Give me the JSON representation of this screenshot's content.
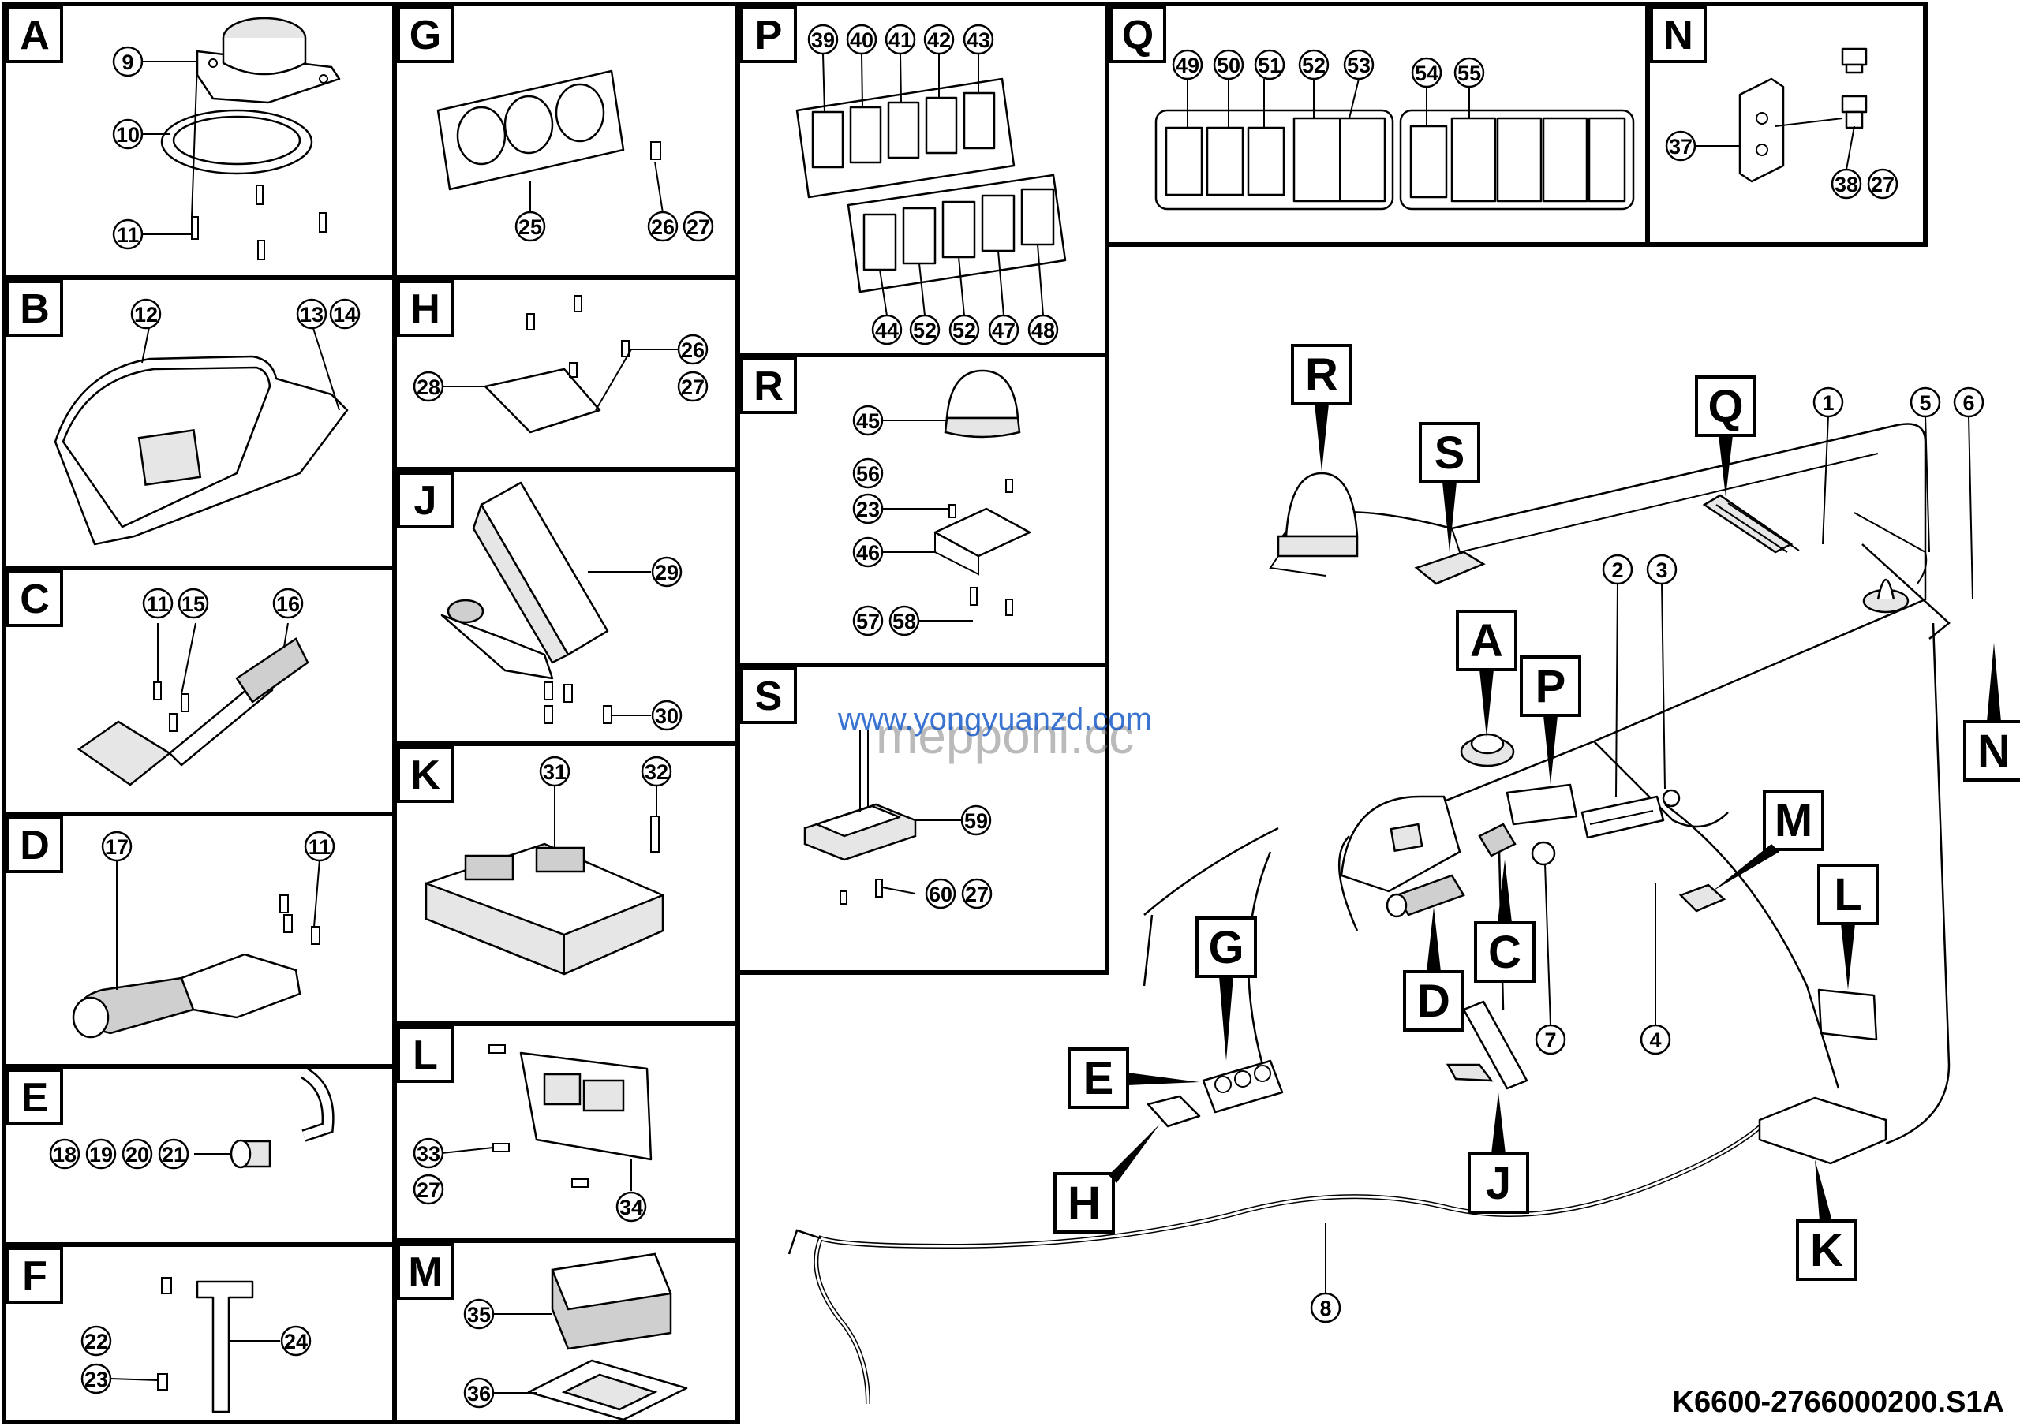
{
  "diagram": {
    "drawing_number": "K6600-2766000200.S1A",
    "watermark_url": "www.yongyuanzd.com",
    "watermark_text": "mepponi.cc"
  },
  "panels": {
    "A": {
      "letter": "A",
      "callouts": [
        "9",
        "10",
        "11"
      ]
    },
    "B": {
      "letter": "B",
      "callouts": [
        "12",
        "13",
        "14"
      ]
    },
    "C": {
      "letter": "C",
      "callouts": [
        "11",
        "15",
        "16"
      ]
    },
    "D": {
      "letter": "D",
      "callouts": [
        "17",
        "11"
      ]
    },
    "E": {
      "letter": "E",
      "callouts": [
        "18",
        "19",
        "20",
        "21"
      ]
    },
    "F": {
      "letter": "F",
      "callouts": [
        "22",
        "23",
        "24"
      ]
    },
    "G": {
      "letter": "G",
      "callouts": [
        "25",
        "26",
        "27"
      ]
    },
    "H": {
      "letter": "H",
      "callouts": [
        "26",
        "27",
        "28"
      ]
    },
    "J": {
      "letter": "J",
      "callouts": [
        "29",
        "30"
      ]
    },
    "K": {
      "letter": "K",
      "callouts": [
        "31",
        "32"
      ]
    },
    "L": {
      "letter": "L",
      "callouts": [
        "33",
        "27",
        "34"
      ]
    },
    "M": {
      "letter": "M",
      "callouts": [
        "35",
        "36"
      ]
    },
    "P": {
      "letter": "P",
      "callouts": [
        "39",
        "40",
        "41",
        "42",
        "43",
        "44",
        "52",
        "52",
        "47",
        "48"
      ]
    },
    "R": {
      "letter": "R",
      "callouts": [
        "45",
        "56",
        "23",
        "46",
        "57",
        "58"
      ]
    },
    "S": {
      "letter": "S",
      "callouts": [
        "59",
        "60",
        "27"
      ]
    },
    "Q": {
      "letter": "Q",
      "callouts": [
        "49",
        "50",
        "51",
        "52",
        "53",
        "54",
        "55"
      ]
    },
    "N": {
      "letter": "N",
      "callouts": [
        "37",
        "38",
        "27"
      ]
    }
  },
  "overview": {
    "tags": [
      "R",
      "S",
      "Q",
      "A",
      "P",
      "M",
      "N",
      "L",
      "G",
      "C",
      "D",
      "E",
      "H",
      "J",
      "K"
    ],
    "numbers": [
      "1",
      "5",
      "6",
      "2",
      "3",
      "7",
      "4",
      "8"
    ]
  }
}
